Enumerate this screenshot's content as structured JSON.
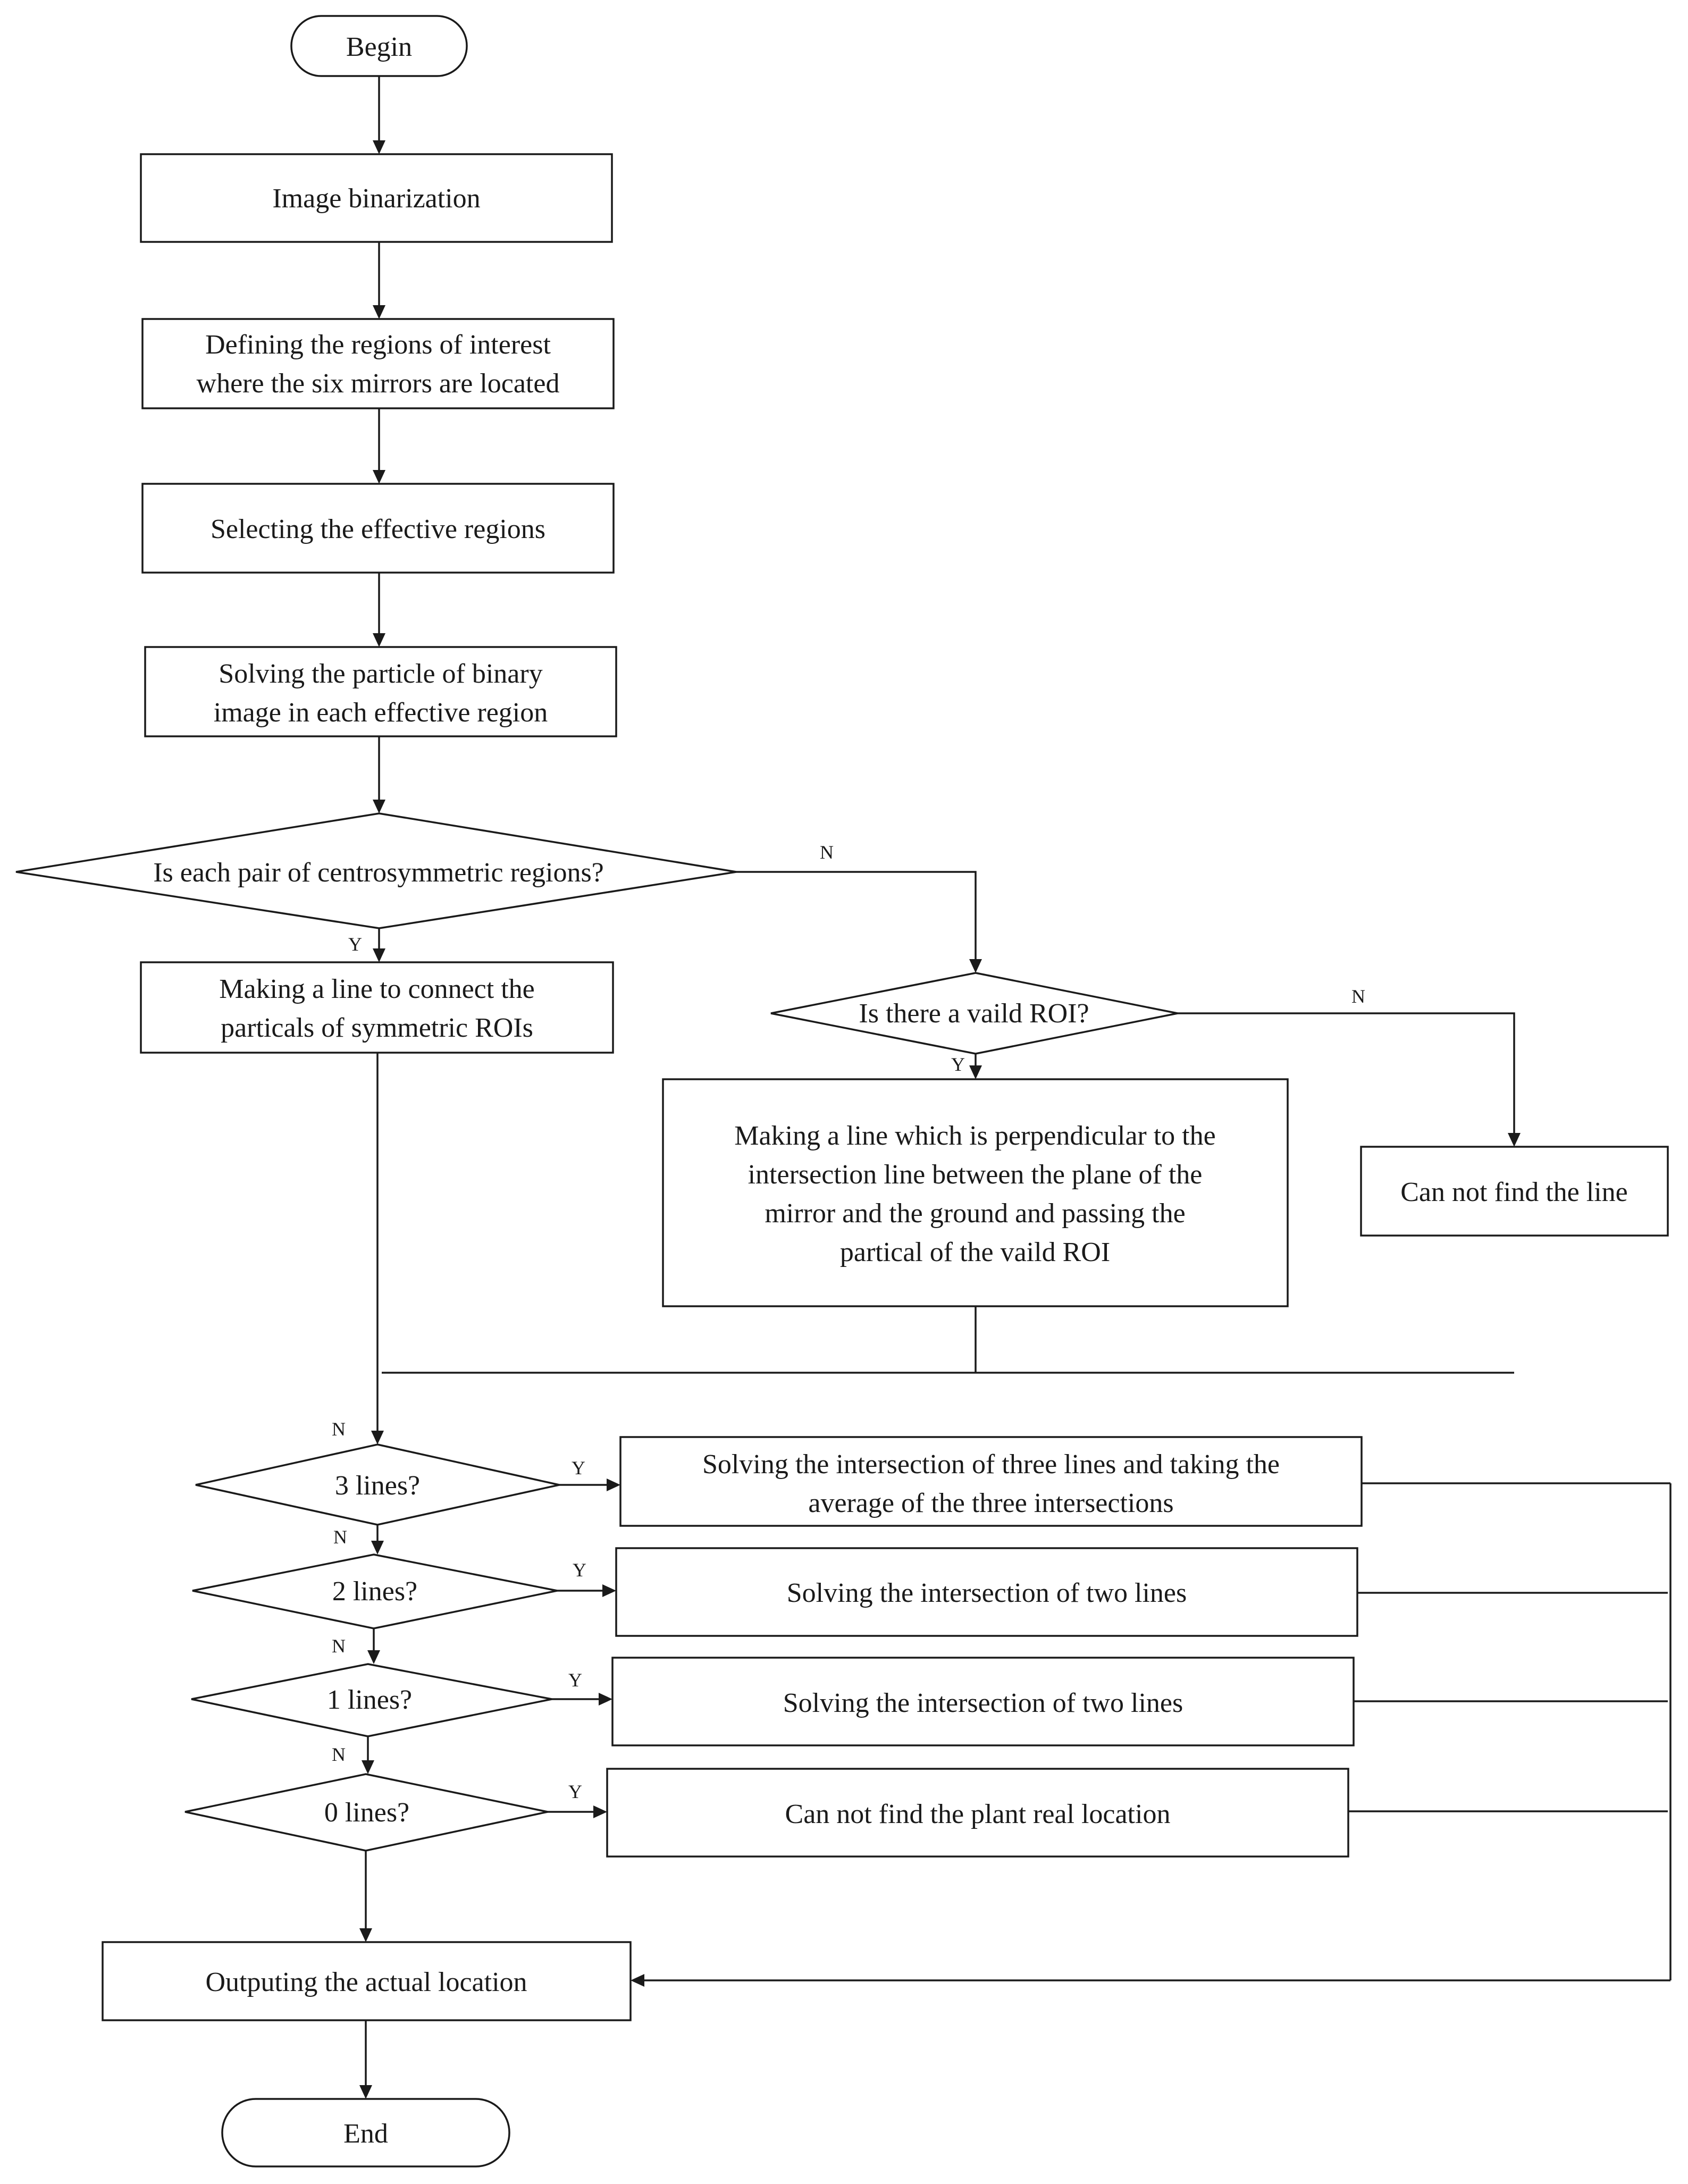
{
  "nodes": {
    "begin": "Begin",
    "binarization": "Image binarization",
    "define_roi": [
      "Defining the regions of interest",
      "where the six mirrors are located"
    ],
    "select_regions": "Selecting the effective regions",
    "solve_particle": [
      "Solving the particle of binary",
      "image in each effective region"
    ],
    "centrosymmetric": "Is each pair of centrosymmetric regions?",
    "connect_line": [
      "Making a line to connect the",
      "particals of symmetric ROIs"
    ],
    "valid_roi": "Is there a vaild ROI?",
    "perpendicular_line": [
      "Making a line which is perpendicular to the",
      "intersection line between the plane of the",
      "mirror and the ground and passing the",
      "partical of the vaild ROI"
    ],
    "cannot_find_line": "Can not find the line",
    "three_lines": "3  lines?",
    "solve_three": [
      "Solving the intersection of three lines and taking the",
      "average of the three intersections"
    ],
    "two_lines": "2  lines?",
    "solve_two": "Solving the intersection of two lines",
    "one_line": "1  lines?",
    "solve_one": "Solving the intersection of two lines",
    "zero_lines": "0 lines?",
    "cannot_find_location": "Can not find the plant real location",
    "output": "Outputing the actual location",
    "end": "End"
  },
  "labels": {
    "yes": "Y",
    "no": "N"
  }
}
